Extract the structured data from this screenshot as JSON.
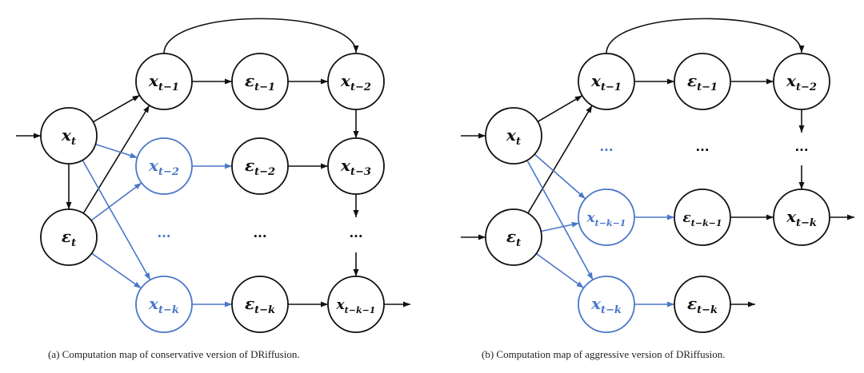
{
  "colors": {
    "black": "#111111",
    "blue": "#4a77c8"
  },
  "diagrams": [
    {
      "id": "conservative",
      "caption": "(a) Computation map of conservative version of DRiffusion.",
      "nodes": [
        {
          "id": "xt",
          "base": "x",
          "sub": "t",
          "color": "black"
        },
        {
          "id": "et",
          "base": "ε",
          "sub": "t",
          "color": "black"
        },
        {
          "id": "x1",
          "base": "x",
          "sub": "t−1",
          "color": "black"
        },
        {
          "id": "e1",
          "base": "ε",
          "sub": "t−1",
          "color": "black"
        },
        {
          "id": "x2",
          "base": "x",
          "sub": "t−2",
          "color": "black"
        },
        {
          "id": "bx2",
          "base": "x",
          "sub": "t−2",
          "color": "blue"
        },
        {
          "id": "e2",
          "base": "ε",
          "sub": "t−2",
          "color": "black"
        },
        {
          "id": "x3",
          "base": "x",
          "sub": "t−3",
          "color": "black"
        },
        {
          "id": "bxk",
          "base": "x",
          "sub": "t−k",
          "color": "blue"
        },
        {
          "id": "ek",
          "base": "ε",
          "sub": "t−k",
          "color": "black"
        },
        {
          "id": "xk1",
          "base": "x",
          "sub": "t−k−1",
          "color": "black"
        }
      ],
      "dots": [
        {
          "id": "d1",
          "text": "···",
          "color": "blue"
        },
        {
          "id": "d2",
          "text": "···",
          "color": "black"
        },
        {
          "id": "d3",
          "text": "···",
          "color": "black"
        }
      ]
    },
    {
      "id": "aggressive",
      "caption": "(b) Computation map of aggressive version of DRiffusion.",
      "nodes": [
        {
          "id": "xt",
          "base": "x",
          "sub": "t",
          "color": "black"
        },
        {
          "id": "et",
          "base": "ε",
          "sub": "t",
          "color": "black"
        },
        {
          "id": "x1",
          "base": "x",
          "sub": "t−1",
          "color": "black"
        },
        {
          "id": "e1",
          "base": "ε",
          "sub": "t−1",
          "color": "black"
        },
        {
          "id": "x2",
          "base": "x",
          "sub": "t−2",
          "color": "black"
        },
        {
          "id": "bxk1",
          "base": "x",
          "sub": "t−k−1",
          "color": "blue"
        },
        {
          "id": "ek1",
          "base": "ε",
          "sub": "t−k−1",
          "color": "black"
        },
        {
          "id": "xk",
          "base": "x",
          "sub": "t−k",
          "color": "black"
        },
        {
          "id": "bxk",
          "base": "x",
          "sub": "t−k",
          "color": "blue"
        },
        {
          "id": "ek",
          "base": "ε",
          "sub": "t−k",
          "color": "black"
        }
      ],
      "dots": [
        {
          "id": "d1",
          "text": "···",
          "color": "blue"
        },
        {
          "id": "d2",
          "text": "···",
          "color": "black"
        },
        {
          "id": "d3",
          "text": "···",
          "color": "black"
        }
      ]
    }
  ]
}
